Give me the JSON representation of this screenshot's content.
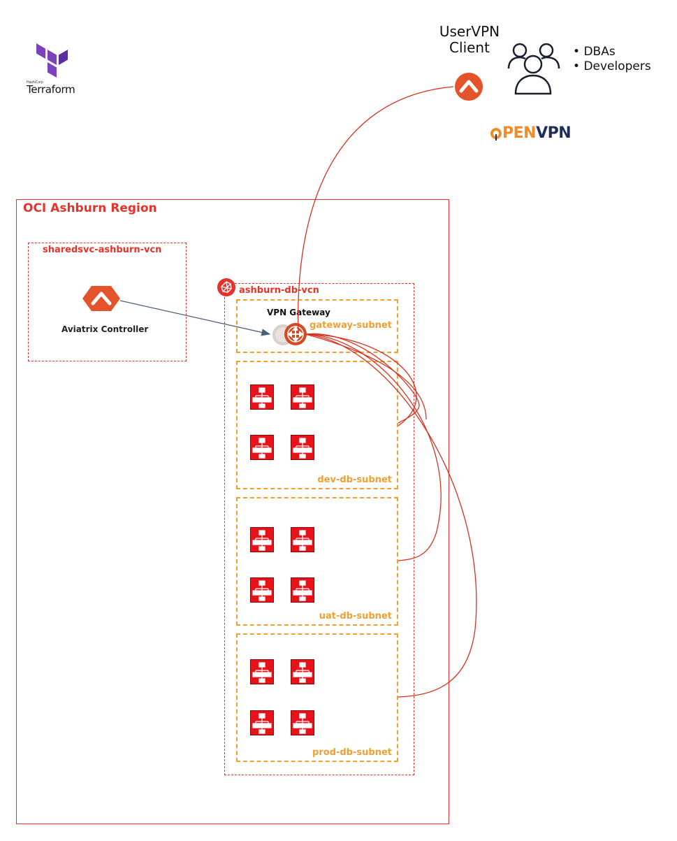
{
  "terraform": {
    "vendor": "HashiCorp",
    "name": "Terraform",
    "color": "#7b42bc"
  },
  "client": {
    "title": "UserVPN Client",
    "icon": "aviatrix-icon"
  },
  "users": {
    "items": [
      "DBAs",
      "Developers"
    ],
    "icon": "users-icon"
  },
  "openvpn": {
    "part1": "PEN",
    "part2": "VPN",
    "orange": "#f28c28",
    "navy": "#1e2d5a"
  },
  "region": {
    "label": "OCI Ashburn Region",
    "color": "#e8312a"
  },
  "shared_vcn": {
    "label": "sharedsvc-ashburn-vcn"
  },
  "controller": {
    "label": "Aviatrix Controller",
    "color": "#e5532a"
  },
  "db_vcn": {
    "label": "ashburn-db-vcn"
  },
  "gateway": {
    "label": "VPN Gateway"
  },
  "subnets": [
    {
      "label": "gateway-subnet",
      "db_instances": 0
    },
    {
      "label": "dev-db-subnet",
      "db_instances": 4
    },
    {
      "label": "uat-db-subnet",
      "db_instances": 4
    },
    {
      "label": "prod-db-subnet",
      "db_instances": 4
    }
  ],
  "colors": {
    "subnet": "#f0a033",
    "connection": "#d9301f",
    "arrow": "#4a5f7a"
  }
}
